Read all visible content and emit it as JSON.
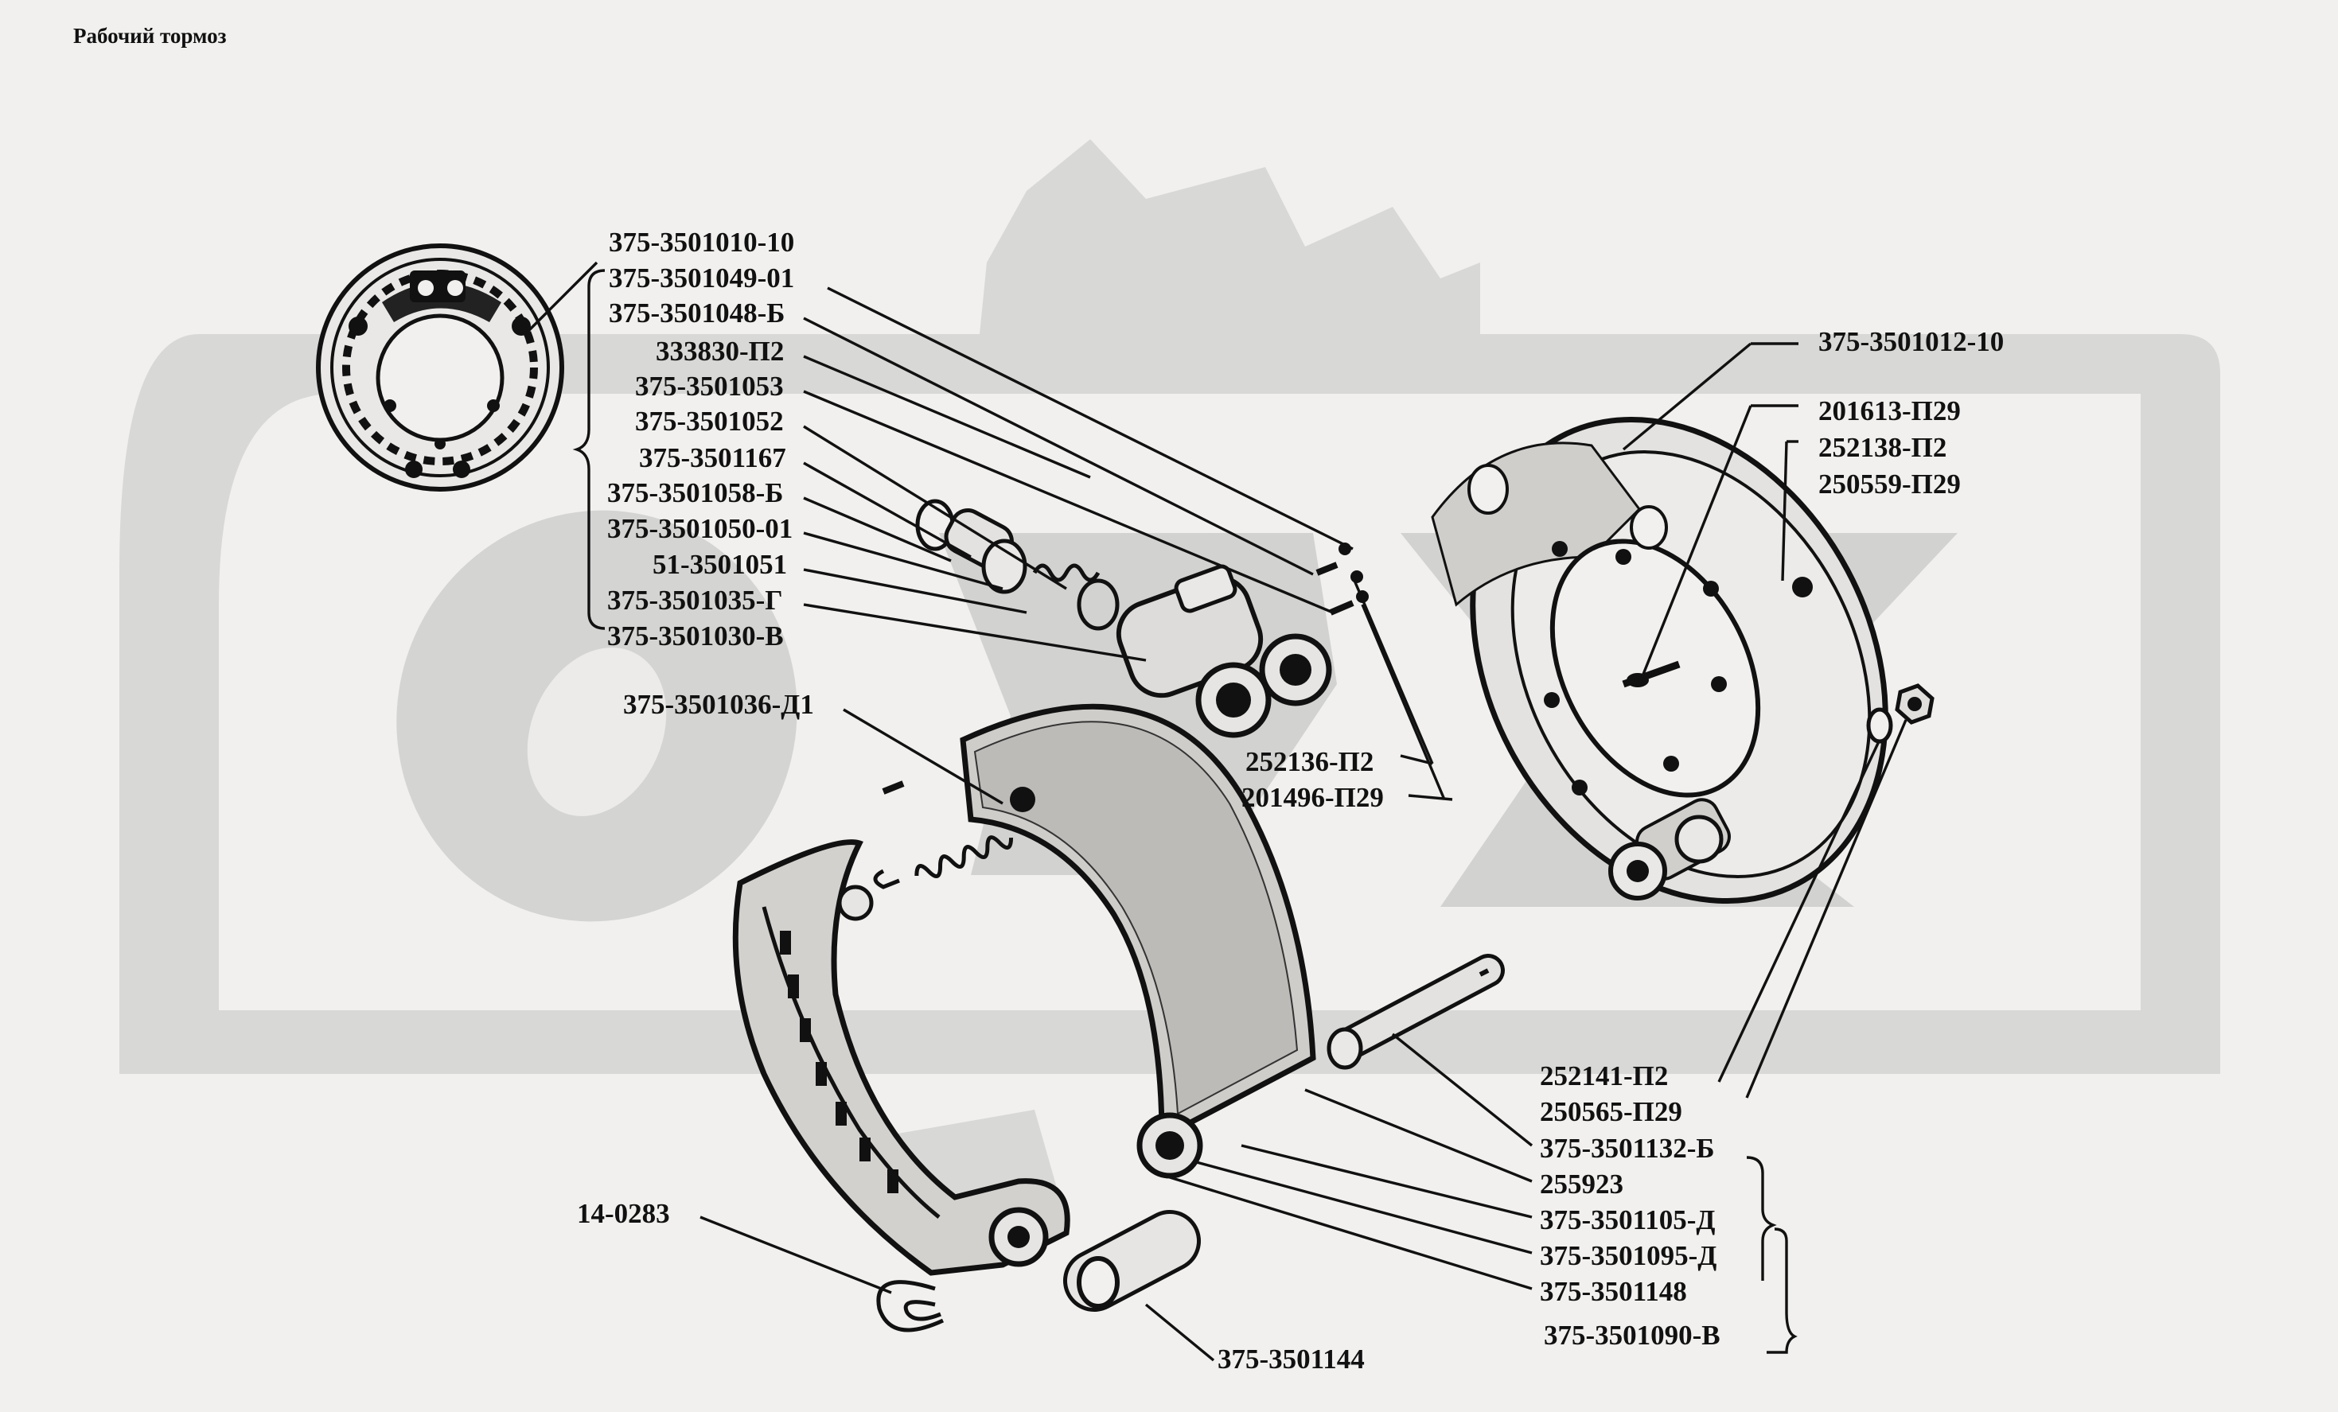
{
  "page": {
    "title": "Рабочий тормоз"
  },
  "labels": {
    "l01": "375-3501010-10",
    "l02": "375-3501049-01",
    "l03": "375-3501048-Б",
    "l04": "333830-П2",
    "l05": "375-3501053",
    "l06": "375-3501052",
    "l07": "375-3501167",
    "l08": "375-3501058-Б",
    "l09": "375-3501050-01",
    "l10": "51-3501051",
    "l11": "375-3501035-Г",
    "l12": "375-3501030-В",
    "l13": "375-3501036-Д1",
    "l14": "375-3501012-10",
    "l15": "201613-П29",
    "l16": "252138-П2",
    "l17": "250559-П29",
    "l18": "252136-П2",
    "l19": "201496-П29",
    "l20": "252141-П2",
    "l21": "250565-П29",
    "l22": "375-3501132-Б",
    "l23": "255923",
    "l24": "375-3501105-Д",
    "l25": "375-3501095-Д",
    "l26": "375-3501148",
    "l27": "375-3501090-В",
    "l28": "14-0283",
    "l29": "375-3501144"
  }
}
